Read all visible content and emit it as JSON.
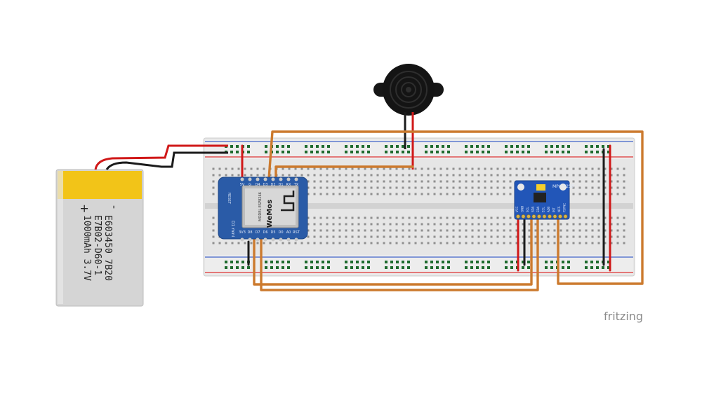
{
  "battery": {
    "minus": "-",
    "plus": "+",
    "line1": "E603450 7B20",
    "line2": "E7B02-D60-1",
    "line3": "1000mAh 3.7V"
  },
  "wemos": {
    "brand": "WeMos",
    "chip": "MODEL ESP8266",
    "reset": "RESET",
    "mini": "D1 mini",
    "pins_top": [
      "5V",
      "G",
      "D4",
      "D3",
      "D2",
      "D1",
      "RX",
      "TX"
    ],
    "pins_bottom": [
      "3V3",
      "D8",
      "D7",
      "D6",
      "D5",
      "D0",
      "A0",
      "RST"
    ]
  },
  "mpu": {
    "title": "MPU-9250",
    "pins": [
      "VCC",
      "GND",
      "SCL",
      "SDA",
      "EDA",
      "ECL",
      "AD0",
      "INT",
      "NCS",
      "FSYNC"
    ]
  },
  "watermark": "fritzing",
  "colors": {
    "wire_orange": "#cc7a2e",
    "wire_red": "#d01818",
    "wire_black": "#1b1b1b",
    "board_blue": "#2a5ba7",
    "battery_yellow": "#f2c418"
  }
}
